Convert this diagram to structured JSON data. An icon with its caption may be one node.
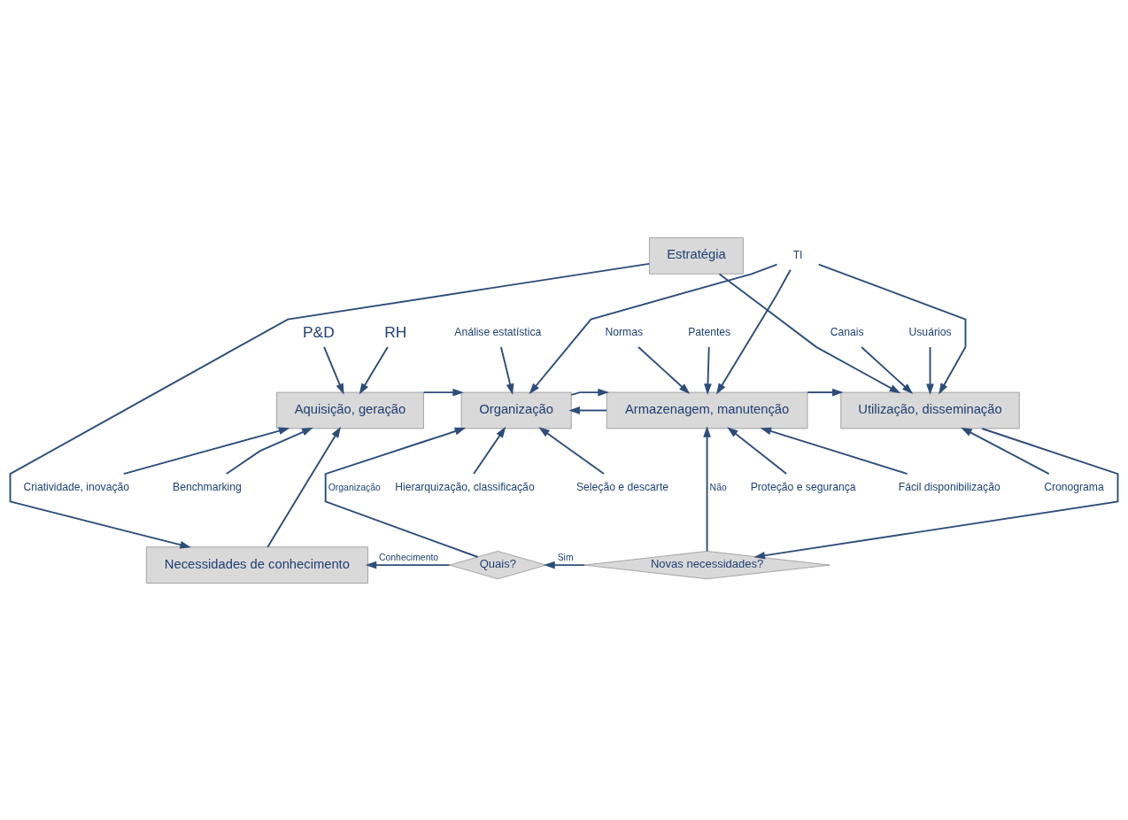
{
  "diagram": {
    "nodes": [
      {
        "text": [
          "Estratégia"
        ]
      },
      {
        "text": [
          "TI"
        ]
      },
      {
        "text": [
          "P&D"
        ]
      },
      {
        "text": [
          "RH"
        ]
      },
      {
        "text": [
          "Análise estatística"
        ]
      },
      {
        "text": [
          "Normas"
        ]
      },
      {
        "text": [
          "Patentes"
        ]
      },
      {
        "text": [
          "Canais"
        ]
      },
      {
        "text": [
          "Usuários"
        ]
      },
      {
        "text": [
          "Aquisição, geração"
        ]
      },
      {
        "text": [
          "Organização"
        ]
      },
      {
        "text": [
          "Armazenagem, manutenção"
        ]
      },
      {
        "text": [
          "Utilização, disseminação"
        ]
      },
      {
        "text": [
          "Criatividade, inovação"
        ]
      },
      {
        "text": [
          "Benchmarking"
        ]
      },
      {
        "text": [
          "Hierarquização, classificação"
        ]
      },
      {
        "text": [
          "Seleção e descarte"
        ]
      },
      {
        "text": [
          "Proteção e segurança"
        ]
      },
      {
        "text": [
          "Fácil disponibilização"
        ]
      },
      {
        "text": [
          "Cronograma"
        ]
      },
      {
        "text": [
          "Necessidades de conhecimento"
        ]
      },
      {
        "text": [
          "Quais?"
        ]
      },
      {
        "text": [
          "Novas necessidades?"
        ]
      }
    ],
    "edges": [
      {
        "from": 0,
        "to": 20,
        "arrow": "to"
      },
      {
        "from": 0,
        "to": 12,
        "arrow": "to"
      },
      {
        "from": 1,
        "to": 10,
        "arrow": "to"
      },
      {
        "from": 1,
        "to": 11,
        "arrow": "to"
      },
      {
        "from": 1,
        "to": 12,
        "arrow": "to"
      },
      {
        "from": 2,
        "to": 9,
        "arrow": "to"
      },
      {
        "from": 3,
        "to": 9,
        "arrow": "to"
      },
      {
        "from": 4,
        "to": 10,
        "arrow": "to"
      },
      {
        "from": 5,
        "to": 11,
        "arrow": "to"
      },
      {
        "from": 6,
        "to": 11,
        "arrow": "to"
      },
      {
        "from": 7,
        "to": 12,
        "arrow": "to"
      },
      {
        "from": 8,
        "to": 12,
        "arrow": "to"
      },
      {
        "from": 9,
        "to": 10,
        "arrow": "to"
      },
      {
        "from": 11,
        "to": 10,
        "arrow": "to"
      },
      {
        "from": 10,
        "to": 11,
        "arrow": "to"
      },
      {
        "from": 11,
        "to": 12,
        "arrow": "to"
      },
      {
        "from": 13,
        "to": 9,
        "arrow": "to"
      },
      {
        "from": 14,
        "to": 9,
        "arrow": "to"
      },
      {
        "from": 20,
        "to": 9,
        "arrow": "to"
      },
      {
        "from": 15,
        "to": 10,
        "arrow": "to"
      },
      {
        "from": 16,
        "to": 10,
        "arrow": "to"
      },
      {
        "from": 21,
        "to": 10,
        "arrow": "to",
        "label": "Organização"
      },
      {
        "from": 17,
        "to": 11,
        "arrow": "to"
      },
      {
        "from": 18,
        "to": 11,
        "arrow": "to"
      },
      {
        "from": 22,
        "to": 11,
        "arrow": "to",
        "label": "Não"
      },
      {
        "from": 19,
        "to": 12,
        "arrow": "to"
      },
      {
        "from": 12,
        "to": 22,
        "arrow": "to"
      },
      {
        "from": 22,
        "to": 21,
        "arrow": "to",
        "label": "Sim"
      },
      {
        "from": 21,
        "to": 20,
        "arrow": "to",
        "label": "Conhecimento"
      }
    ]
  }
}
